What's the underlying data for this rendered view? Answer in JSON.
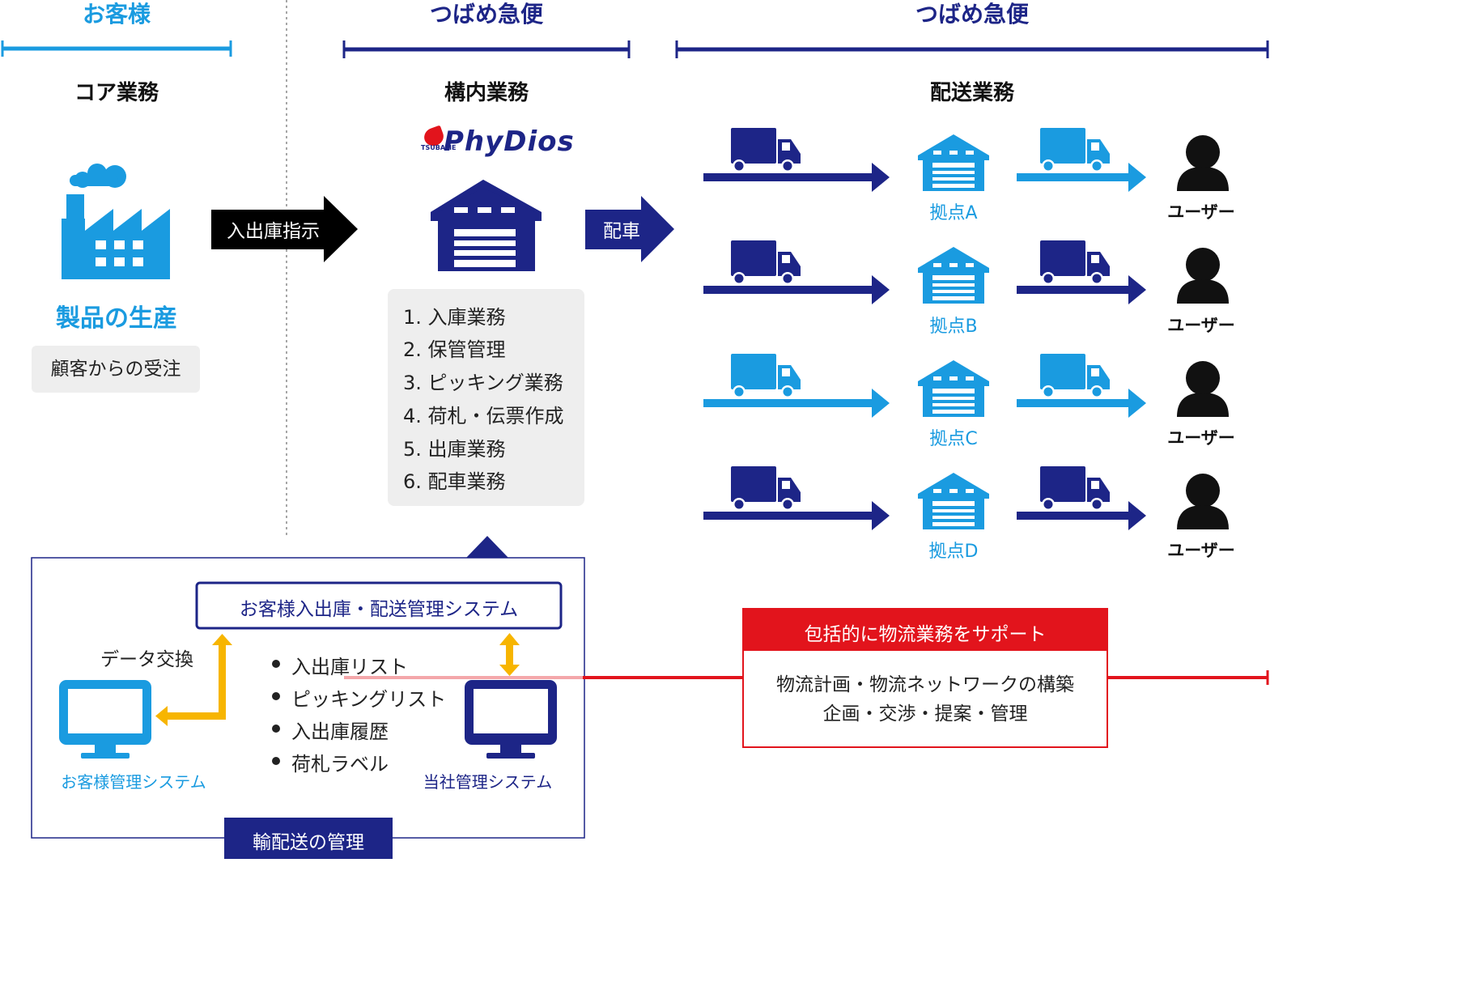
{
  "colors": {
    "light_blue": "#1a9be0",
    "navy": "#1d2587",
    "red": "#e2141c",
    "orange": "#f7b500",
    "gray_box": "#eeeeee"
  },
  "headers": {
    "customer": "お客様",
    "tsubame_1": "つばめ急便",
    "tsubame_2": "つばめ急便"
  },
  "sections": {
    "core": "コア業務",
    "warehouse": "構内業務",
    "delivery": "配送業務"
  },
  "customer": {
    "icon": "factory-icon",
    "production": "製品の生産",
    "orders": "顧客からの受注"
  },
  "arrows": {
    "instruction": "入出庫指示",
    "dispatch": "配車"
  },
  "logo": {
    "main": "PhyDios",
    "sub": "TSUBAME"
  },
  "warehouse_tasks": [
    "1. 入庫業務",
    "2. 保管管理",
    "3. ピッキング業務",
    "4. 荷札・伝票作成",
    "5. 出庫業務",
    "6. 配車業務"
  ],
  "delivery_rows": [
    {
      "base": "拠点A",
      "user": "ユーザー",
      "truck1": "navy",
      "truck2": "light_blue"
    },
    {
      "base": "拠点B",
      "user": "ユーザー",
      "truck1": "navy",
      "truck2": "navy"
    },
    {
      "base": "拠点C",
      "user": "ユーザー",
      "truck1": "light_blue",
      "truck2": "light_blue"
    },
    {
      "base": "拠点D",
      "user": "ユーザー",
      "truck1": "navy",
      "truck2": "navy"
    }
  ],
  "system": {
    "title": "お客様入出庫・配送管理システム",
    "data_exchange": "データ交換",
    "list_items": [
      "入出庫リスト",
      "ピッキングリスト",
      "入出庫履歴",
      "荷札ラベル"
    ],
    "customer_system": "お客様管理システム",
    "company_system": "当社管理システム",
    "footer": "輸配送の管理"
  },
  "support": {
    "title": "包括的に物流業務をサポート",
    "line1": "物流計画・物流ネットワークの構築",
    "line2": "企画・交渉・提案・管理"
  }
}
